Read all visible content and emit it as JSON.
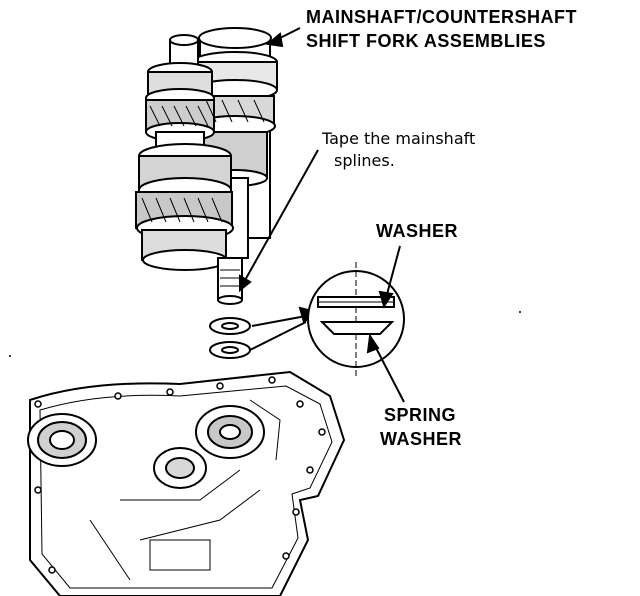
{
  "labels": {
    "assembly_line1": "MAINSHAFT/COUNTERSHAFT",
    "assembly_line2": "SHIFT FORK ASSEMBLIES",
    "tape_note_line1": "Tape the mainshaft",
    "tape_note_line2": "splines.",
    "washer": "WASHER",
    "spring_washer_line1": "SPRING",
    "spring_washer_line2": "WASHER"
  }
}
